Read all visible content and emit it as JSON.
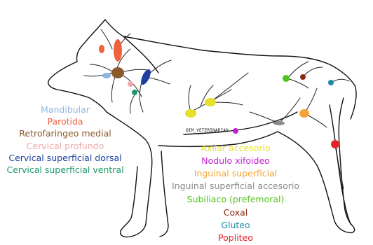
{
  "watermark": "@IM_VETERINARIAN",
  "labels_head": [
    {
      "key": "mandibular",
      "text": "Mandibular",
      "color": "#8fb4e0"
    },
    {
      "key": "parotida",
      "text": "Parotida",
      "color": "#f0613d"
    },
    {
      "key": "retrofaringeo",
      "text": "Retrofaringeo medial",
      "color": "#8a5a2b"
    },
    {
      "key": "cervical_profundo",
      "text": "Cervical profundo",
      "color": "#f0a8a8"
    },
    {
      "key": "cervical_dorsal",
      "text": "Cervical superficial dorsal",
      "color": "#1c3f9e"
    },
    {
      "key": "cervical_ventral",
      "text": "Cervical superficial ventral",
      "color": "#1f9a6a"
    }
  ],
  "labels_body": [
    {
      "key": "axilar_accesorio",
      "text": "Axilar accesorio",
      "color": "#e6e02a"
    },
    {
      "key": "nodulo_xifoideo",
      "text": "Nodulo xifoideo",
      "color": "#c21fd1"
    },
    {
      "key": "inguinal_superficial",
      "text": "Inguinal superficial",
      "color": "#f2a43a"
    },
    {
      "key": "inguinal_accesorio",
      "text": "Inguinal superficial accesorio",
      "color": "#8a8a8a"
    },
    {
      "key": "subiliaco",
      "text": "Subiliaco (prefemoral)",
      "color": "#52c41a"
    },
    {
      "key": "coxal",
      "text": "Coxal",
      "color": "#8a2a12"
    },
    {
      "key": "gluteo",
      "text": "Gluteo",
      "color": "#1f8aa6"
    },
    {
      "key": "popliteo",
      "text": "Popliteo",
      "color": "#e8232a"
    }
  ]
}
